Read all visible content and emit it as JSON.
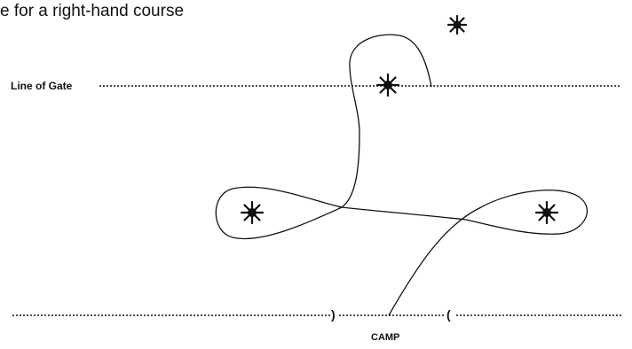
{
  "caption": "e for a right-hand course",
  "labels": {
    "line_of_gate": "Line of Gate",
    "camp": "CAMP",
    "left_bracket": ")",
    "right_bracket": "("
  },
  "colors": {
    "ink": "#111111",
    "background": "#ffffff"
  },
  "icons": {
    "marker": "star-burst-icon"
  }
}
